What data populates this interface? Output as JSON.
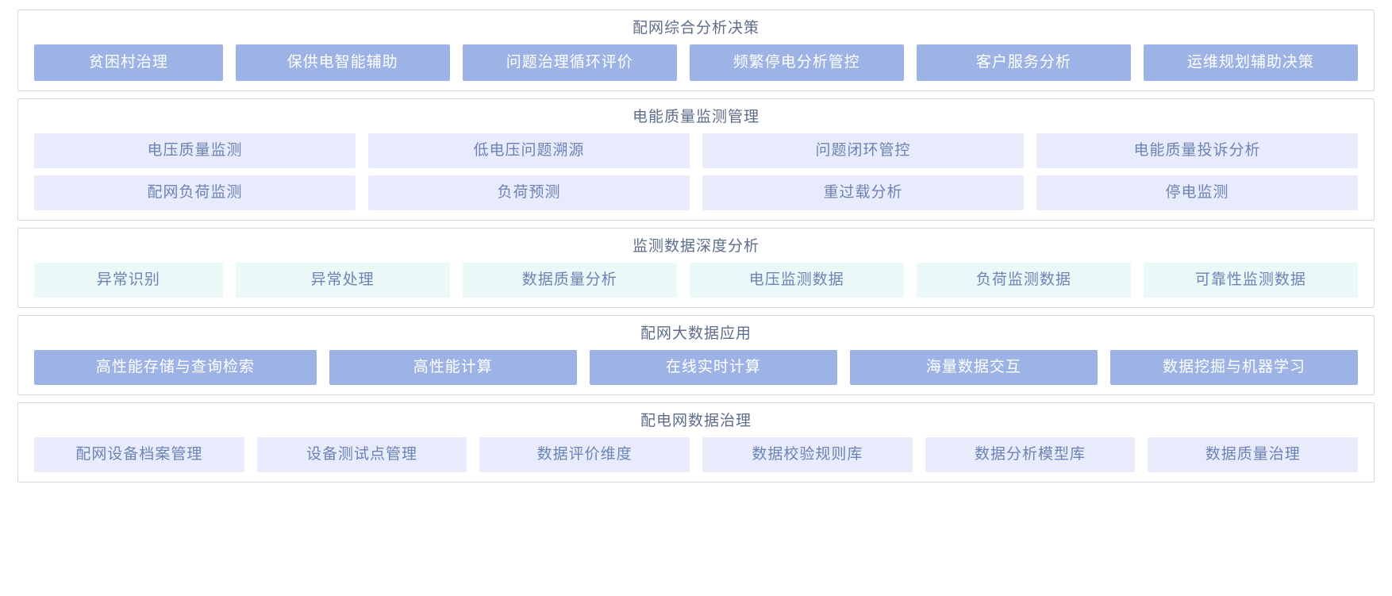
{
  "sections": [
    {
      "title": "配网综合分析决策",
      "style": "blue",
      "rows": [
        [
          "贫困村治理",
          "保供电智能辅助",
          "问题治理循环评价",
          "频繁停电分析管控",
          "客户服务分析",
          "运维规划辅助决策"
        ]
      ]
    },
    {
      "title": "电能质量监测管理",
      "style": "lilac",
      "rows": [
        [
          "电压质量监测",
          "低电压问题溯源",
          "问题闭环管控",
          "电能质量投诉分析"
        ],
        [
          "配网负荷监测",
          "负荷预测",
          "重过载分析",
          "停电监测"
        ]
      ]
    },
    {
      "title": "监测数据深度分析",
      "style": "mint",
      "rows": [
        [
          "异常识别",
          "异常处理",
          "数据质量分析",
          "电压监测数据",
          "负荷监测数据",
          "可靠性监测数据"
        ]
      ]
    },
    {
      "title": "配网大数据应用",
      "style": "blue",
      "rows": [
        [
          "高性能存储与查询检索",
          "高性能计算",
          "在线实时计算",
          "海量数据交互",
          "数据挖掘与机器学习"
        ]
      ]
    },
    {
      "title": "配电网数据治理",
      "style": "lilac",
      "rows": [
        [
          "配网设备档案管理",
          "设备测试点管理",
          "数据评价维度",
          "数据校验规则库",
          "数据分析模型库",
          "数据质量治理"
        ]
      ]
    }
  ],
  "colors": {
    "blue_bg": "#9db3e6",
    "blue_text": "#ffffff",
    "lilac_bg": "#e7ebfb",
    "mint_bg": "#eaf8f7",
    "chip_text": "#6d83b5",
    "title_text": "#5d6d8a",
    "border": "#d9d9d9"
  }
}
